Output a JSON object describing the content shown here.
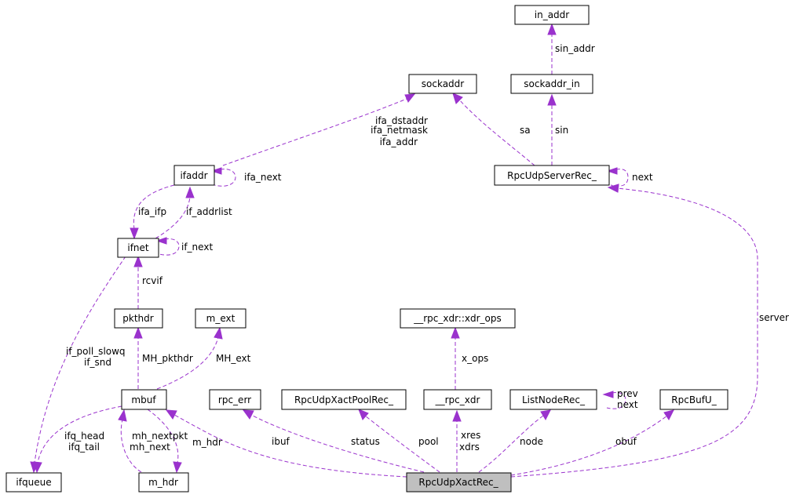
{
  "colors": {
    "edge": "#9a32cd",
    "highlight_fill": "#bfbfbf",
    "node_stroke": "#000000"
  },
  "nodes": {
    "in_addr": "in_addr",
    "sockaddr": "sockaddr",
    "sockaddr_in": "sockaddr_in",
    "ifaddr": "ifaddr",
    "RpcUdpServerRec_": "RpcUdpServerRec_",
    "ifnet": "ifnet",
    "pkthdr": "pkthdr",
    "m_ext": "m_ext",
    "rpc_xdr_ops": "__rpc_xdr::xdr_ops",
    "mbuf": "mbuf",
    "rpc_err": "rpc_err",
    "RpcUdpXactPoolRec_": "RpcUdpXactPoolRec_",
    "rpc_xdr": "__rpc_xdr",
    "ListNodeRec_": "ListNodeRec_",
    "RpcBufU_": "RpcBufU_",
    "ifqueue": "ifqueue",
    "m_hdr": "m_hdr",
    "RpcUdpXactRec_": "RpcUdpXactRec_"
  },
  "edge_labels": {
    "sin_addr": "sin_addr",
    "sa": "sa",
    "sin": "sin",
    "ifa_dstaddr": "ifa_dstaddr",
    "ifa_netmask": "ifa_netmask",
    "ifa_addr": "ifa_addr",
    "ifa_next": "ifa_next",
    "next_server": "next",
    "ifa_ifp": "ifa_ifp",
    "if_addrlist": "if_addrlist",
    "if_next": "if_next",
    "rcvif": "rcvif",
    "server": "server",
    "if_poll_slowq": "if_poll_slowq",
    "if_snd": "if_snd",
    "MH_pkthdr": "MH_pkthdr",
    "MH_ext": "MH_ext",
    "x_ops": "x_ops",
    "prev": "prev",
    "next_list": "next",
    "ifq_head": "ifq_head",
    "ifq_tail": "ifq_tail",
    "mh_nextpkt": "mh_nextpkt",
    "mh_next": "mh_next",
    "m_hdr": "m_hdr",
    "ibuf": "ibuf",
    "status": "status",
    "pool": "pool",
    "xres": "xres",
    "xdrs": "xdrs",
    "node": "node",
    "obuf": "obuf"
  }
}
